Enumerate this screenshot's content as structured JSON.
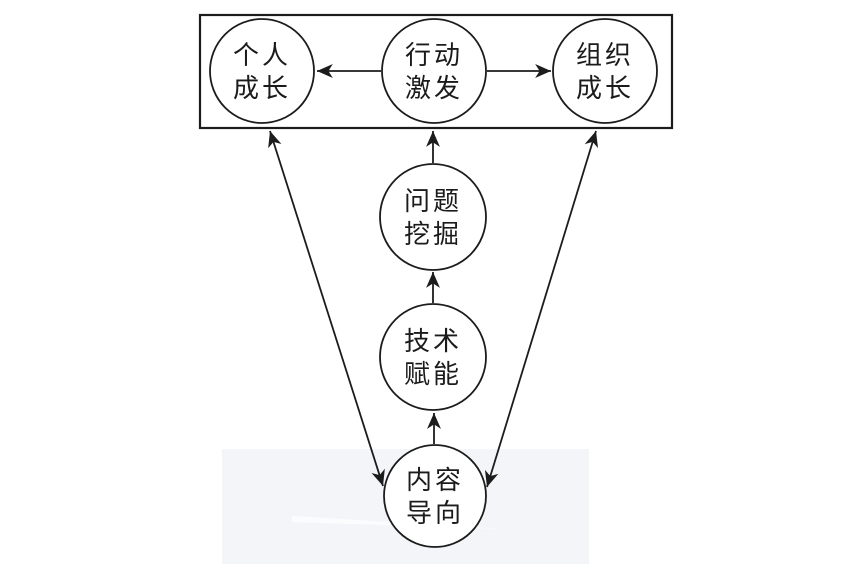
{
  "diagram": {
    "type": "flow-diagram",
    "colors": {
      "line": "#1c1c1c",
      "node_fill": "#ffffff",
      "watermark": "#f3f5f9"
    },
    "top_group": {
      "nodes": [
        {
          "id": "personal-growth",
          "label": "个人成长",
          "line1": "个人",
          "line2": "成长"
        },
        {
          "id": "action-activation",
          "label": "行动激发",
          "line1": "行动",
          "line2": "激发"
        },
        {
          "id": "org-growth",
          "label": "组织成长",
          "line1": "组织",
          "line2": "成长"
        }
      ]
    },
    "chain": [
      {
        "id": "problem-mining",
        "label": "问题挖掘",
        "line1": "问题",
        "line2": "挖掘"
      },
      {
        "id": "tech-empowerment",
        "label": "技术赋能",
        "line1": "技术",
        "line2": "赋能"
      },
      {
        "id": "content-orientation",
        "label": "内容导向",
        "line1": "内容",
        "line2": "导向"
      }
    ],
    "edges": [
      {
        "from": "行动激发",
        "to": "个人成长",
        "type": "single"
      },
      {
        "from": "行动激发",
        "to": "组织成长",
        "type": "single"
      },
      {
        "from": "问题挖掘",
        "to": "行动激发",
        "type": "single"
      },
      {
        "from": "技术赋能",
        "to": "问题挖掘",
        "type": "single"
      },
      {
        "from": "内容导向",
        "to": "技术赋能",
        "type": "single"
      },
      {
        "from": "内容导向",
        "to": "个人成长",
        "type": "double"
      },
      {
        "from": "内容导向",
        "to": "组织成长",
        "type": "double"
      }
    ]
  }
}
